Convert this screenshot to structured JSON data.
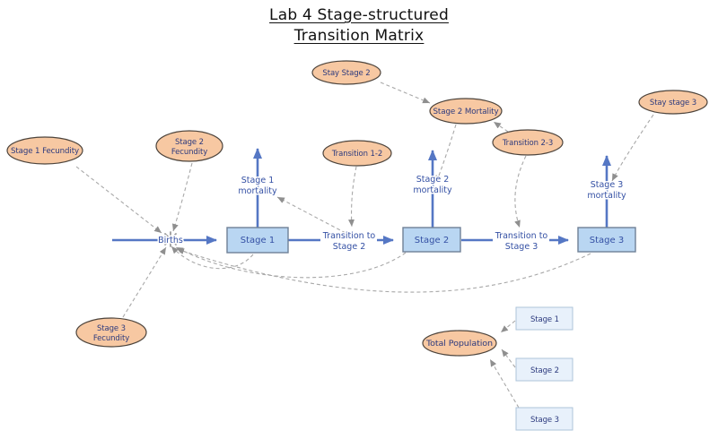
{
  "title": {
    "line1": "Lab 4 Stage-structured",
    "line2": "Transition Matrix"
  },
  "stocks": {
    "stage1": "Stage 1",
    "stage2": "Stage 2",
    "stage3": "Stage 3"
  },
  "flows": {
    "births": "Births",
    "transition12": {
      "line1": "Transition to",
      "line2": "Stage 2"
    },
    "transition23": {
      "line1": "Transition to",
      "line2": "Stage 3"
    },
    "mortality1": {
      "line1": "Stage 1",
      "line2": "mortality"
    },
    "mortality2": {
      "line1": "Stage 2",
      "line2": "mortality"
    },
    "mortality3": {
      "line1": "Stage 3",
      "line2": "mortality"
    }
  },
  "converters": {
    "stage1_fecundity": "Stage 1 Fecundity",
    "stage2_fecundity": {
      "line1": "Stage 2",
      "line2": "Fecundity"
    },
    "stage3_fecundity": {
      "line1": "Stage 3",
      "line2": "Fecundity"
    },
    "stay_stage2": "Stay Stage 2",
    "stage2_mortality": "Stage 2 Mortality",
    "transition_1_2": "Transition 1-2",
    "transition_2_3": "Transition 2-3",
    "stay_stage3": "Stay stage 3",
    "total_population": "Total Population"
  },
  "summary_boxes": {
    "stage1": "Stage 1",
    "stage2": "Stage 2",
    "stage3": "Stage 3"
  },
  "colors": {
    "stock_fill": "#b9d6f2",
    "stock_border": "#6f8096",
    "converter_fill": "#f7c8a2",
    "converter_border": "#4d443c",
    "flow_blue": "#5577c4",
    "link_gray": "#a8a8a8",
    "label_text": "#3450a4",
    "summary_fill": "#e8f1fb",
    "summary_border": "#aec4da"
  }
}
